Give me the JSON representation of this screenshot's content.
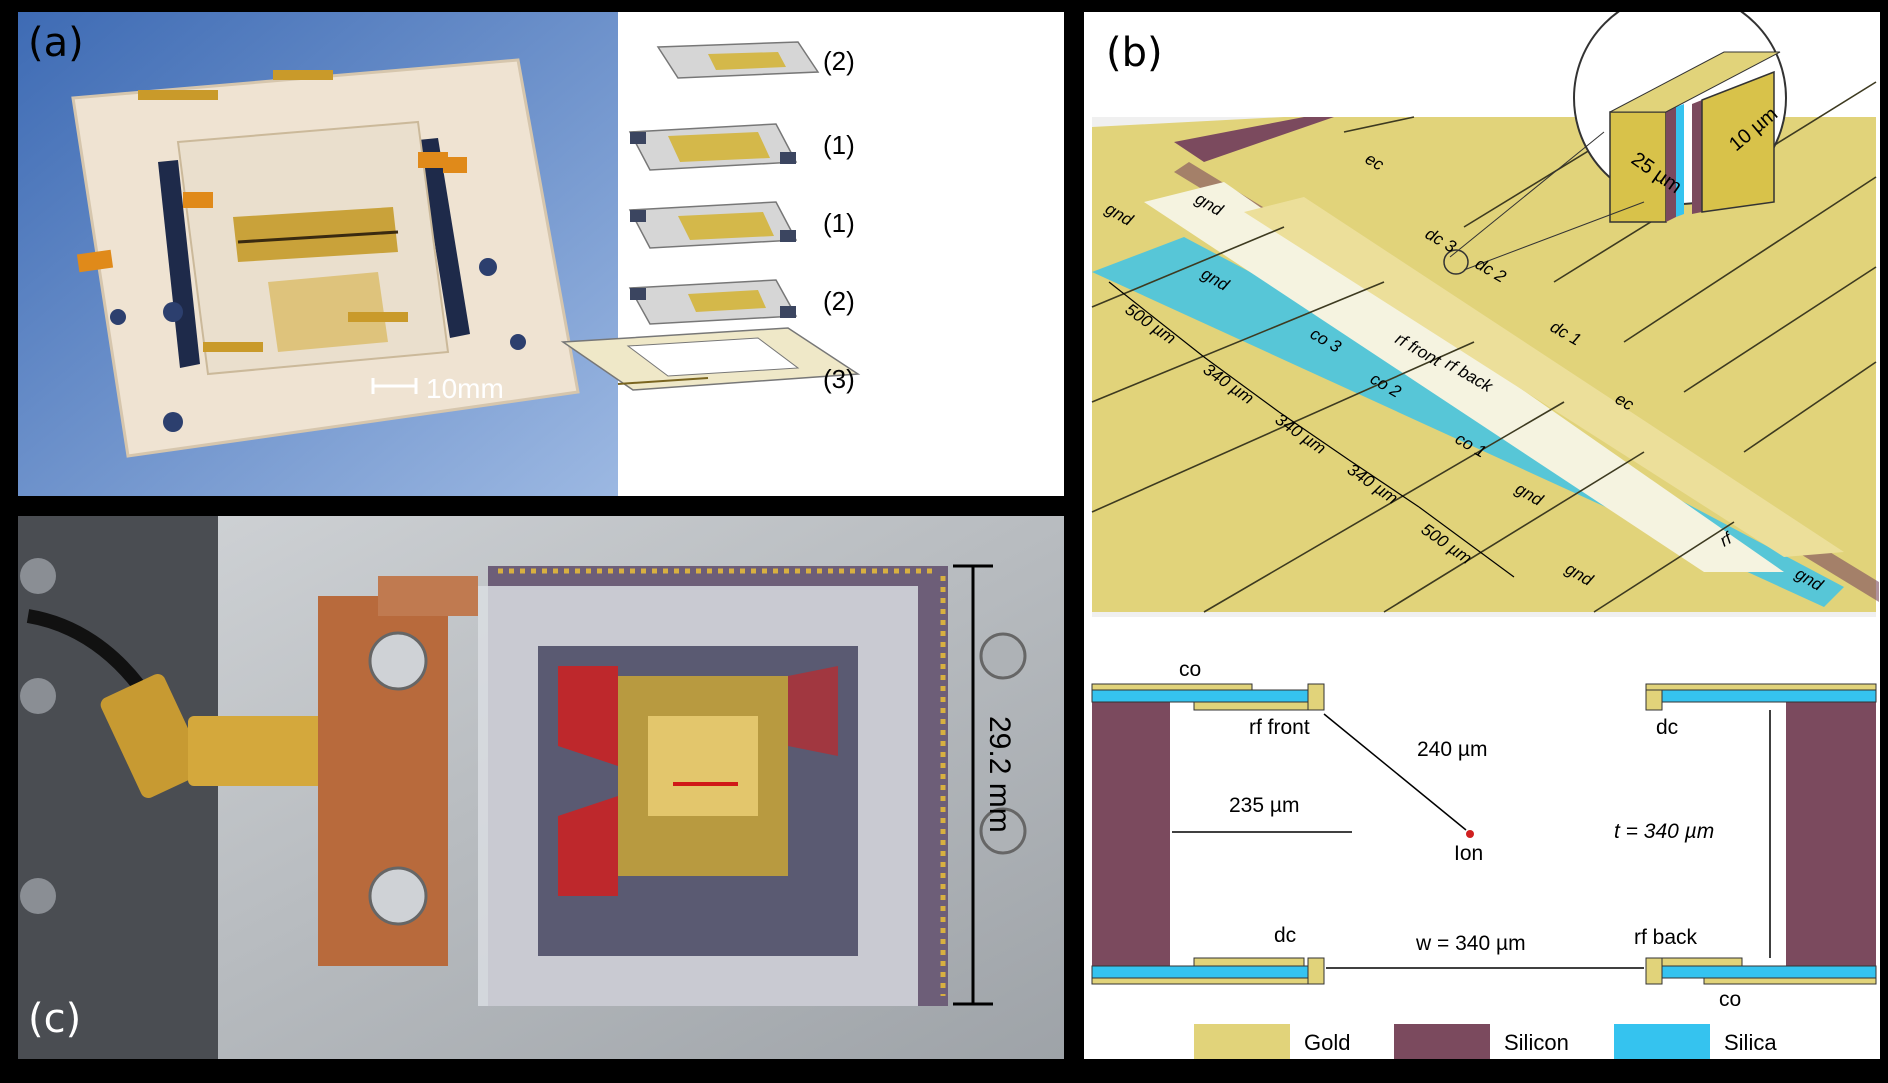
{
  "panel_a": {
    "label": "(a)",
    "scale_bar": "10mm",
    "layers": [
      "(2)",
      "(1)",
      "(1)",
      "(2)",
      "(3)"
    ]
  },
  "panel_b": {
    "label": "(b)",
    "inset": {
      "width": "25 µm",
      "gap": "10 µm"
    },
    "electrodes": {
      "gnd1": "gnd",
      "gnd2": "gnd",
      "gnd3": "gnd",
      "gnd4": "gnd",
      "gnd5": "gnd",
      "gnd6": "gnd",
      "ec1": "ec",
      "ec2": "ec",
      "dc3": "dc 3",
      "dc2": "dc 2",
      "dc1": "dc 1",
      "co3": "co 3",
      "co2": "co 2",
      "co1": "co 1",
      "rf_front": "rf front",
      "rf_back": "rf back",
      "rf": "rf"
    },
    "dims": [
      "500 µm",
      "340 µm",
      "340 µm",
      "340 µm",
      "500 µm"
    ],
    "cross_section": {
      "co_top": "co",
      "rf_front": "rf front",
      "dc_top": "dc",
      "distance_ion": "240 µm",
      "gap_235": "235 µm",
      "ion": "Ion",
      "thickness": "t = 340 µm",
      "dc_bottom": "dc",
      "width": "w = 340 µm",
      "rf_back": "rf back",
      "co_bottom": "co"
    },
    "legend": [
      {
        "name": "Gold",
        "color": "#e1d37a"
      },
      {
        "name": "Silicon",
        "color": "#7b4a5e"
      },
      {
        "name": "Silica",
        "color": "#35c3ef"
      }
    ]
  },
  "panel_c": {
    "label": "(c)",
    "scale": "29.2 mm"
  },
  "colors": {
    "gold": "#e1d37a",
    "gold_dark": "#c9b24a",
    "silicon": "#7b4a5e",
    "silica": "#35c3ef",
    "background": "#000000"
  }
}
